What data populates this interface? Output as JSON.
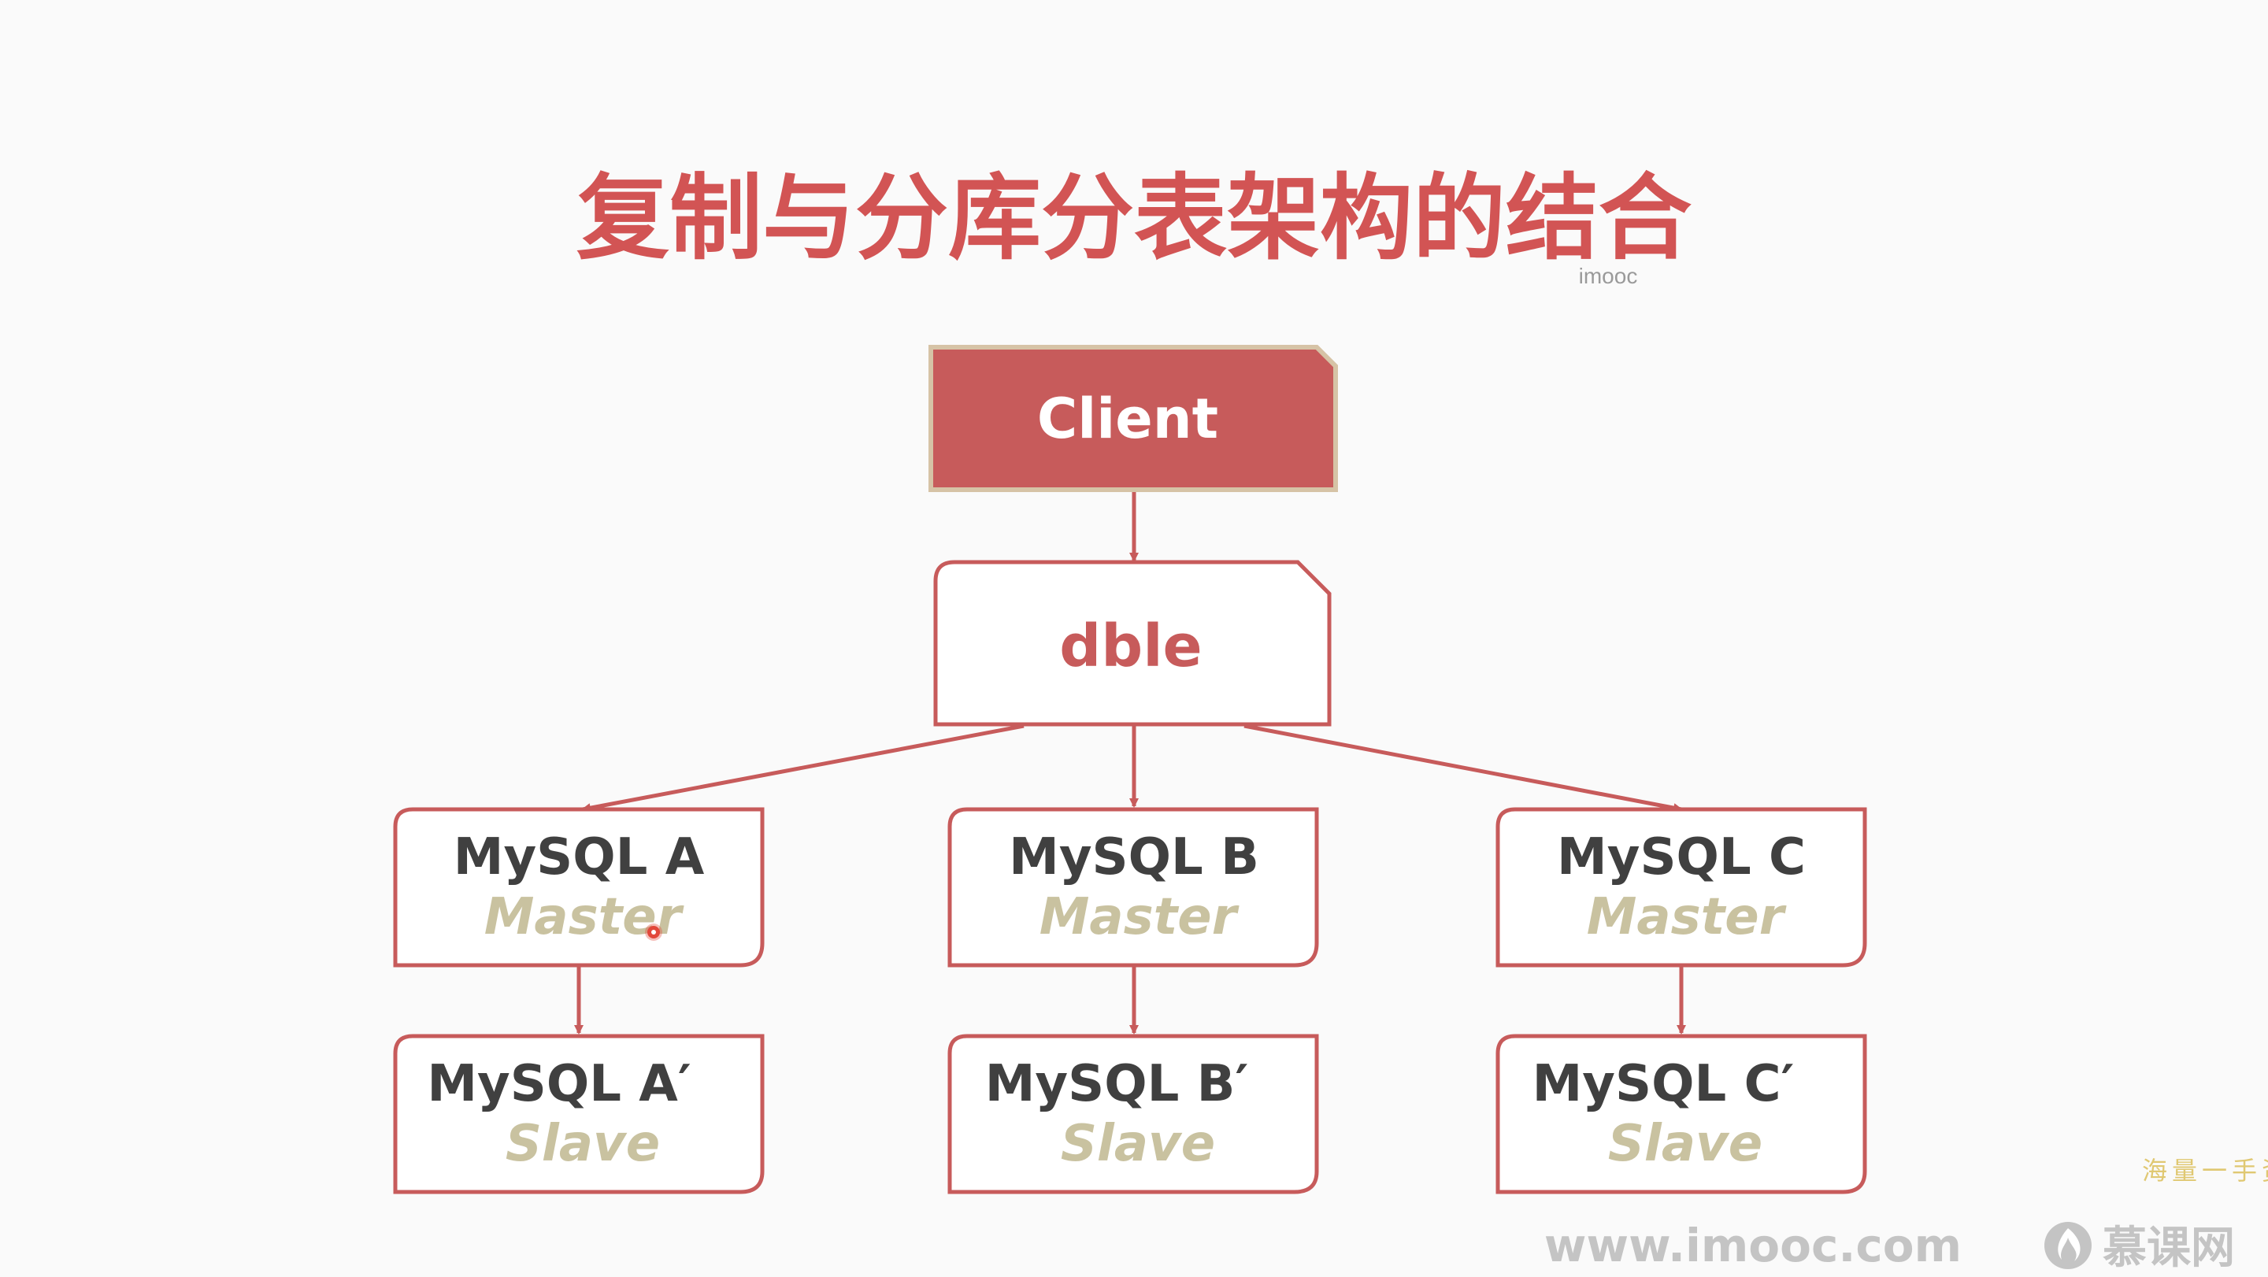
{
  "slide": {
    "title": "复制与分库分表架构的结合",
    "watermark_small": "imooc",
    "side_text": "海量一手资",
    "footer_url": "www.imooc.com",
    "footer_brand": "慕课网"
  },
  "diagram": {
    "client": {
      "label": "Client"
    },
    "proxy": {
      "label": "dble"
    },
    "groups": [
      {
        "master_name": "MySQL A",
        "master_role": "Master",
        "slave_name": "MySQL A′",
        "slave_role": "Slave"
      },
      {
        "master_name": "MySQL B",
        "master_role": "Master",
        "slave_name": "MySQL B′",
        "slave_role": "Slave"
      },
      {
        "master_name": "MySQL C",
        "master_role": "Master",
        "slave_name": "MySQL C′",
        "slave_role": "Slave"
      }
    ]
  },
  "colors": {
    "accent": "#c75b5b",
    "title": "#d25454",
    "node_border": "#c75b5b",
    "client_fill": "#c75b5b",
    "client_border": "#d6c3a6",
    "node_text": "#404040",
    "role_text": "#c9c2a0",
    "proxy_text": "#c75b5b",
    "footer": "#c4c4c4",
    "side_text": "#e0c872"
  }
}
